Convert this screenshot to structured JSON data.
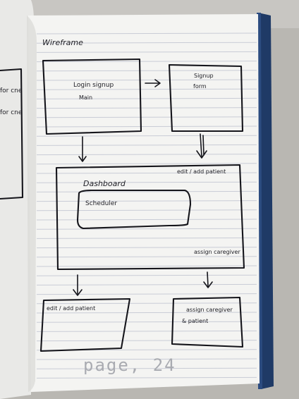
{
  "wireframe_title": "Wireframe",
  "left_page_notes": [
    "for cne",
    "for cne"
  ],
  "boxes": {
    "login": {
      "line1": "Login signup",
      "line2": "Main"
    },
    "signup": {
      "line1": "Signup",
      "line2": "form"
    },
    "dashboard": {
      "title": "Dashboard",
      "edit_label": "edit / add patient",
      "assign_label": "assign caregiver"
    },
    "scheduler": {
      "label": "Scheduler"
    },
    "edit_patient": {
      "label": "edit / add patient"
    },
    "assign": {
      "line1": "assign caregiver",
      "line2": "& patient"
    }
  },
  "page_number": "page, 24",
  "colors": {
    "paper": "#f4f4f2",
    "rule_line": "#c9ccd6",
    "ink": "#15151b",
    "binding": "#1f3a66",
    "background": "#b9b7b2"
  }
}
